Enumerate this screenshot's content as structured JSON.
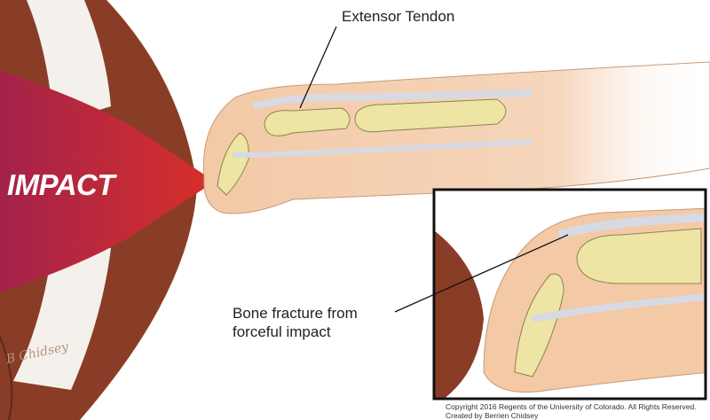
{
  "labels": {
    "extensor_tendon": "Extensor Tendon",
    "fracture_line1": "Bone fracture from",
    "fracture_line2": "forceful impact",
    "impact": "IMPACT"
  },
  "signature": "B Chidsey",
  "copyright": {
    "line1": "Copyright 2016 Regents of the University of Colorado. All Rights Reserved.",
    "line2": "Created by Berrien Chidsey"
  },
  "colors": {
    "football": "#8a3d26",
    "arrow_start": "#a4224a",
    "arrow_end": "#d8302a",
    "skin": "#f3c9a6",
    "bone": "#eee4a4",
    "tendon": "#e6e8ee",
    "inset_border": "#111111"
  }
}
